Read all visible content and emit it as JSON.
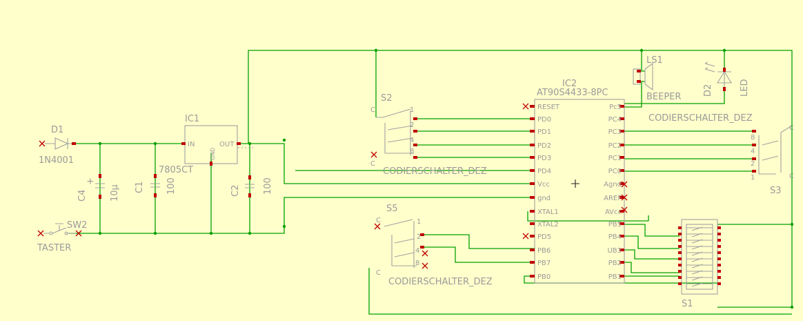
{
  "parts": {
    "d1": {
      "ref": "D1",
      "value": "1N4001"
    },
    "ic1": {
      "ref": "IC1",
      "value": "7805CT",
      "pin_in": "IN",
      "pin_out": "OUT",
      "pin_gnd": "GND"
    },
    "c4": {
      "ref": "C4",
      "value": "10µ",
      "plus": "+"
    },
    "c1": {
      "ref": "C1",
      "value": "100"
    },
    "c2": {
      "ref": "C2",
      "value": "100"
    },
    "sw2": {
      "ref": "SW2",
      "value": "TASTER"
    },
    "s2": {
      "ref": "S2",
      "value": "CODIERSCHALTER_DEZ",
      "pins": [
        "C",
        "1",
        "2",
        "4",
        "8",
        "C"
      ]
    },
    "s3": {
      "ref": "S3",
      "value": "CODIERSCHALTER_DEZ",
      "pins": [
        "C",
        "8",
        "4",
        "2",
        "1",
        "C"
      ]
    },
    "s5": {
      "ref": "S5",
      "value": "CODIERSCHALTER_DEZ",
      "pins": [
        "C",
        "1",
        "2",
        "4",
        "8",
        "C"
      ]
    },
    "ic2": {
      "ref": "IC2",
      "value": "AT90S4433-8PC",
      "left_pins": [
        "RESET",
        "PD0",
        "PD1",
        "PD2",
        "PD3",
        "PD4",
        "Vcc",
        "gnd",
        "XTAL1",
        "XTAL2",
        "PD5",
        "PB6",
        "PB7",
        "PB0"
      ],
      "right_pins": [
        "Pc5",
        "PC4",
        "PC3",
        "PC2",
        "PC1",
        "PC0",
        "Agnd",
        "AREF",
        "AVcc",
        "PB5",
        "PB4",
        "UB3",
        "PB2",
        "PB1"
      ]
    },
    "ls1": {
      "ref": "LS1",
      "value": "BEEPER"
    },
    "d2": {
      "ref": "D2",
      "value": "LED"
    },
    "s1": {
      "ref": "S1"
    }
  }
}
